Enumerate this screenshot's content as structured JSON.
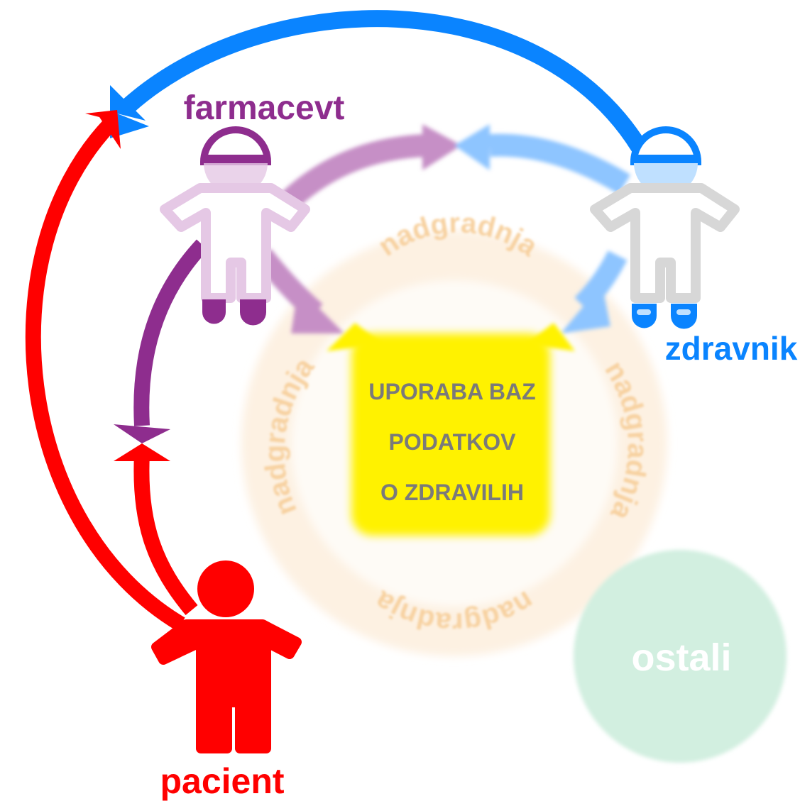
{
  "colors": {
    "patient": "#ff0000",
    "pharmacist": "#8e2d8e",
    "pharmacist_light": "#d7a8d7",
    "doctor": "#0a84ff",
    "doctor_light": "#8ec5ff",
    "center_box": "#fff200",
    "center_text": "#7a7a7a",
    "ring": "#fde9cc",
    "ring_text": "#f8d6a4",
    "others_circle": "#d4efe2",
    "figure_grey": "#d7d7d7"
  },
  "labels": {
    "pharmacist": "farmacevt",
    "doctor": "zdravnik",
    "patient": "pacient",
    "others": "ostali"
  },
  "center": {
    "line1": "UPORABA BAZ",
    "line2": "PODATKOV",
    "line3": "O ZDRAVILIH"
  },
  "ring": {
    "top": "nadgradnja",
    "left": "nadgradnja",
    "right": "nadgradnja",
    "bottom": "nadgradnja"
  },
  "icons": {
    "pharmacist": "person-icon",
    "doctor": "person-icon",
    "patient": "person-icon"
  }
}
